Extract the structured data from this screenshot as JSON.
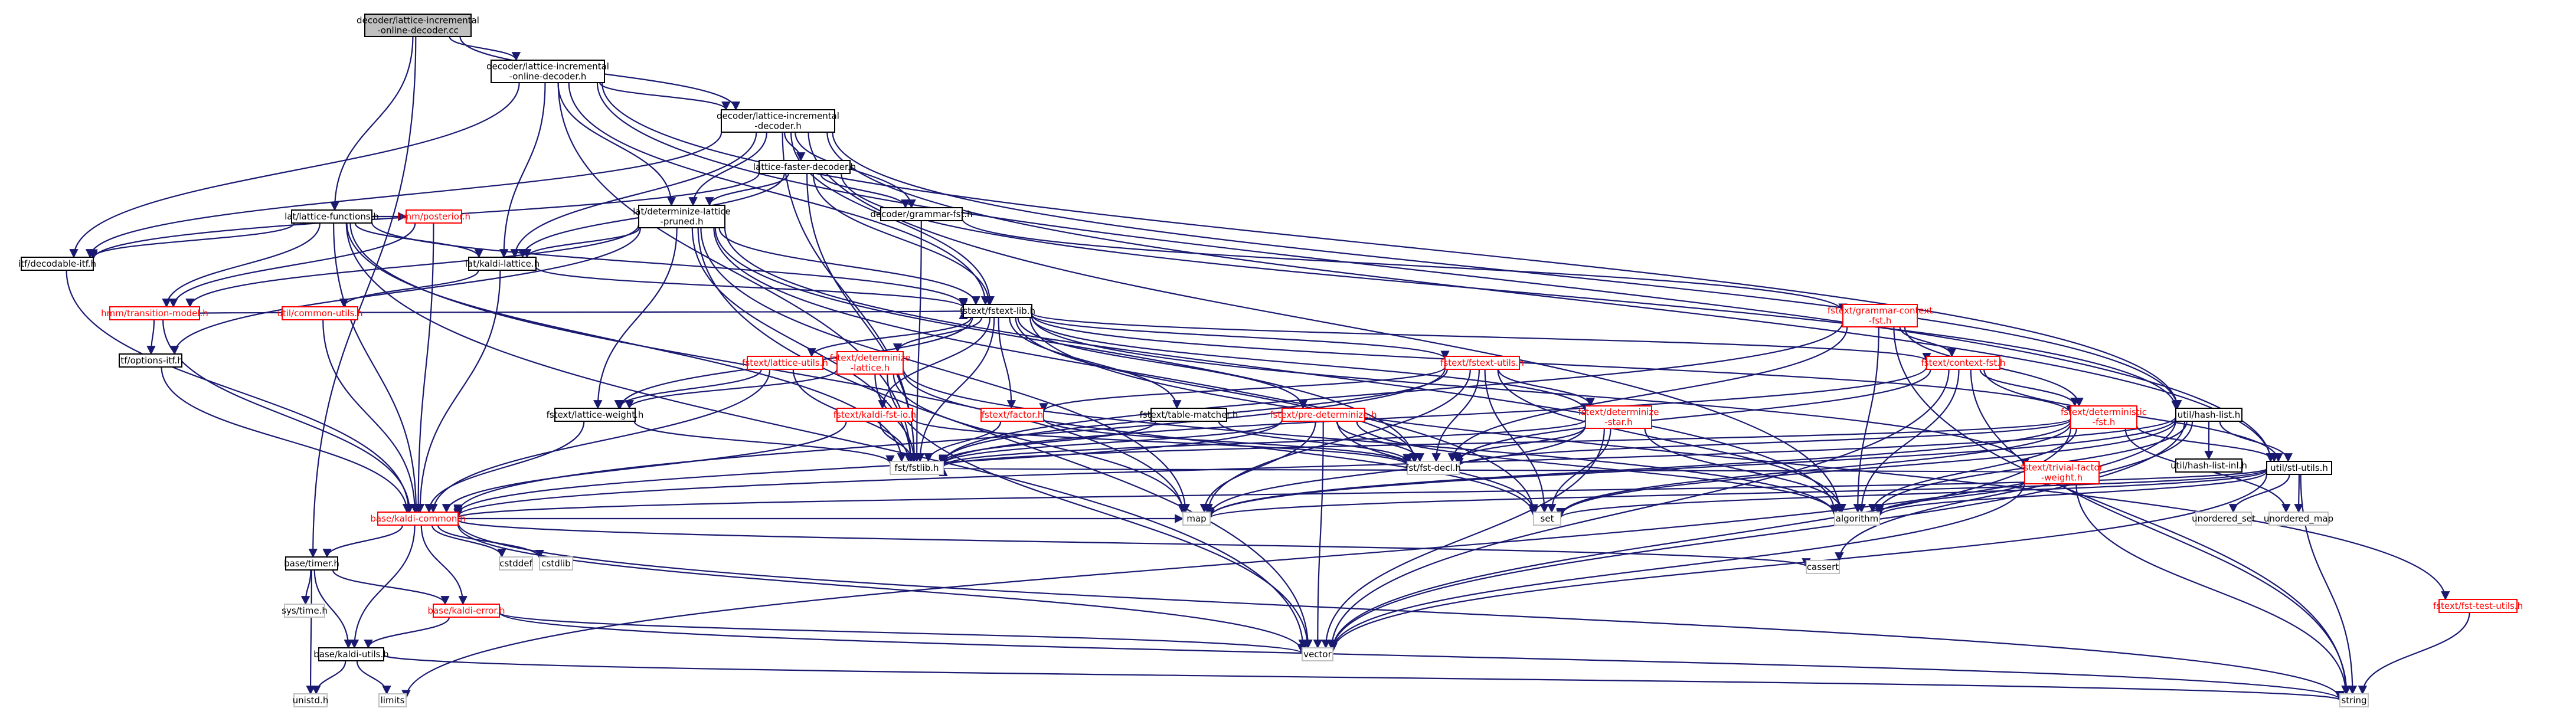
{
  "title": "decoder/lattice-incremental-online-decoder.cc",
  "colors": {
    "edge": "#191970",
    "node_border_documented": "#000000",
    "node_border_undocumented": "#ff0000",
    "node_border_system": "#bfbfbf",
    "root_fill": "#bfbfbf",
    "node_fill": "#ffffff",
    "text_documented": "#000000",
    "text_undocumented": "#ff0000",
    "text_system": "#000000"
  },
  "nodes": [
    {
      "id": "root",
      "lines": [
        "decoder/lattice-incremental",
        "-online-decoder.cc"
      ],
      "kind": "root"
    },
    {
      "id": "lio_h",
      "lines": [
        "decoder/lattice-incremental",
        "-online-decoder.h"
      ],
      "kind": "doc"
    },
    {
      "id": "lid_h",
      "lines": [
        "decoder/lattice-incremental",
        "-decoder.h"
      ],
      "kind": "doc"
    },
    {
      "id": "lfd_h",
      "lines": [
        "lattice-faster-decoder.h"
      ],
      "kind": "doc"
    },
    {
      "id": "grammar_fst",
      "lines": [
        "decoder/grammar-fst.h"
      ],
      "kind": "doc"
    },
    {
      "id": "lat_functions",
      "lines": [
        "lat/lattice-functions.h"
      ],
      "kind": "doc"
    },
    {
      "id": "lat_det",
      "lines": [
        "lat/determinize-lattice",
        "-pruned.h"
      ],
      "kind": "doc"
    },
    {
      "id": "itf_dec",
      "lines": [
        "itf/decodable-itf.h"
      ],
      "kind": "doc"
    },
    {
      "id": "hmm_posterior",
      "lines": [
        "hmm/posterior.h"
      ],
      "kind": "undoc"
    },
    {
      "id": "kaldi_lattice",
      "lines": [
        "lat/kaldi-lattice.h"
      ],
      "kind": "doc"
    },
    {
      "id": "hmm_tm",
      "lines": [
        "hmm/transition-model.h"
      ],
      "kind": "undoc"
    },
    {
      "id": "util_common",
      "lines": [
        "util/common-utils.h"
      ],
      "kind": "undoc"
    },
    {
      "id": "itf_options",
      "lines": [
        "itf/options-itf.h"
      ],
      "kind": "doc"
    },
    {
      "id": "fstlib_h",
      "lines": [
        "fstext/fstext-lib.h"
      ],
      "kind": "doc"
    },
    {
      "id": "gcf",
      "lines": [
        "fstext/grammar-context",
        "-fst.h"
      ],
      "kind": "undoc"
    },
    {
      "id": "lat_utils",
      "lines": [
        "fstext/lattice-utils.h"
      ],
      "kind": "undoc"
    },
    {
      "id": "det_lattice",
      "lines": [
        "fstext/determinize",
        "-lattice.h"
      ],
      "kind": "undoc"
    },
    {
      "id": "fstext_utils",
      "lines": [
        "fstext/fstext-utils.h"
      ],
      "kind": "undoc"
    },
    {
      "id": "context_fst",
      "lines": [
        "fstext/context-fst.h"
      ],
      "kind": "undoc"
    },
    {
      "id": "lat_weight",
      "lines": [
        "fstext/lattice-weight.h"
      ],
      "kind": "doc"
    },
    {
      "id": "kaldi_fst_io",
      "lines": [
        "fstext/kaldi-fst-io.h"
      ],
      "kind": "undoc"
    },
    {
      "id": "factor",
      "lines": [
        "fstext/factor.h"
      ],
      "kind": "undoc"
    },
    {
      "id": "table_matcher",
      "lines": [
        "fstext/table-matcher.h"
      ],
      "kind": "doc"
    },
    {
      "id": "pre_det",
      "lines": [
        "fstext/pre-determinize.h"
      ],
      "kind": "undoc"
    },
    {
      "id": "det_star",
      "lines": [
        "fstext/determinize",
        "-star.h"
      ],
      "kind": "undoc"
    },
    {
      "id": "deterministic_fst",
      "lines": [
        "fstext/deterministic",
        "-fst.h"
      ],
      "kind": "undoc"
    },
    {
      "id": "hash_list",
      "lines": [
        "util/hash-list.h"
      ],
      "kind": "doc"
    },
    {
      "id": "hash_list_inl",
      "lines": [
        "util/hash-list-inl.h"
      ],
      "kind": "doc"
    },
    {
      "id": "trivial_factor",
      "lines": [
        "fstext/trivial-factor",
        "-weight.h"
      ],
      "kind": "undoc"
    },
    {
      "id": "stl_utils",
      "lines": [
        "util/stl-utils.h"
      ],
      "kind": "doc"
    },
    {
      "id": "fst_test_utils",
      "lines": [
        "fstext/fst-test-utils.h"
      ],
      "kind": "undoc"
    },
    {
      "id": "fst_fstlib",
      "lines": [
        "fst/fstlib.h"
      ],
      "kind": "sys"
    },
    {
      "id": "fst_decl",
      "lines": [
        "fst/fst-decl.h"
      ],
      "kind": "sys"
    },
    {
      "id": "kaldi_common",
      "lines": [
        "base/kaldi-common.h"
      ],
      "kind": "undoc"
    },
    {
      "id": "map",
      "lines": [
        "map"
      ],
      "kind": "sys"
    },
    {
      "id": "set",
      "lines": [
        "set"
      ],
      "kind": "sys"
    },
    {
      "id": "algorithm",
      "lines": [
        "algorithm"
      ],
      "kind": "sys"
    },
    {
      "id": "unordered_set",
      "lines": [
        "unordered_set"
      ],
      "kind": "sys"
    },
    {
      "id": "unordered_map",
      "lines": [
        "unordered_map"
      ],
      "kind": "sys"
    },
    {
      "id": "base_timer",
      "lines": [
        "base/timer.h"
      ],
      "kind": "doc"
    },
    {
      "id": "cstddef",
      "lines": [
        "cstddef"
      ],
      "kind": "sys"
    },
    {
      "id": "cstdlib",
      "lines": [
        "cstdlib"
      ],
      "kind": "sys"
    },
    {
      "id": "cassert",
      "lines": [
        "cassert"
      ],
      "kind": "sys"
    },
    {
      "id": "sys_time",
      "lines": [
        "sys/time.h"
      ],
      "kind": "sys"
    },
    {
      "id": "kaldi_error",
      "lines": [
        "base/kaldi-error.h"
      ],
      "kind": "undoc"
    },
    {
      "id": "vector",
      "lines": [
        "vector"
      ],
      "kind": "sys"
    },
    {
      "id": "kaldi_utils",
      "lines": [
        "base/kaldi-utils.h"
      ],
      "kind": "doc"
    },
    {
      "id": "unistd",
      "lines": [
        "unistd.h"
      ],
      "kind": "sys"
    },
    {
      "id": "limits",
      "lines": [
        "limits"
      ],
      "kind": "sys"
    },
    {
      "id": "string",
      "lines": [
        "string"
      ],
      "kind": "sys"
    }
  ],
  "edges": [
    [
      "root",
      "lio_h"
    ],
    [
      "root",
      "lid_h"
    ],
    [
      "root",
      "lat_functions"
    ],
    [
      "root",
      "base_timer"
    ],
    [
      "lio_h",
      "lid_h"
    ],
    [
      "lio_h",
      "itf_dec"
    ],
    [
      "lio_h",
      "kaldi_lattice"
    ],
    [
      "lio_h",
      "lat_det"
    ],
    [
      "lio_h",
      "fstlib_h"
    ],
    [
      "lio_h",
      "fst_fstlib"
    ],
    [
      "lio_h",
      "hash_list"
    ],
    [
      "lio_h",
      "stl_utils"
    ],
    [
      "lid_h",
      "lfd_h"
    ],
    [
      "lid_h",
      "grammar_fst"
    ],
    [
      "lid_h",
      "itf_dec"
    ],
    [
      "lid_h",
      "kaldi_lattice"
    ],
    [
      "lid_h",
      "lat_det"
    ],
    [
      "lid_h",
      "fstlib_h"
    ],
    [
      "lid_h",
      "fst_fstlib"
    ],
    [
      "lid_h",
      "hash_list"
    ],
    [
      "lid_h",
      "stl_utils"
    ],
    [
      "lid_h",
      "algorithm"
    ],
    [
      "lfd_h",
      "lat_det"
    ],
    [
      "lfd_h",
      "kaldi_lattice"
    ],
    [
      "lfd_h",
      "itf_dec"
    ],
    [
      "lfd_h",
      "grammar_fst"
    ],
    [
      "lfd_h",
      "fstlib_h"
    ],
    [
      "lfd_h",
      "fst_fstlib"
    ],
    [
      "lfd_h",
      "hash_list"
    ],
    [
      "grammar_fst",
      "gcf"
    ],
    [
      "grammar_fst",
      "fst_fstlib"
    ],
    [
      "lat_functions",
      "itf_dec"
    ],
    [
      "lat_functions",
      "hmm_posterior"
    ],
    [
      "lat_functions",
      "kaldi_lattice"
    ],
    [
      "lat_functions",
      "hmm_tm"
    ],
    [
      "lat_functions",
      "fstlib_h"
    ],
    [
      "lat_functions",
      "fst_fstlib"
    ],
    [
      "lat_functions",
      "kaldi_common"
    ],
    [
      "lat_functions",
      "map"
    ],
    [
      "lat_functions",
      "vector"
    ],
    [
      "lat_det"
    ],
    [
      "lat_det",
      "itf_options"
    ],
    [
      "lat_det",
      "kaldi_lattice"
    ],
    [
      "lat_det",
      "hmm_tm"
    ],
    [
      "lat_det",
      "fstlib_h"
    ],
    [
      "lat_det",
      "lat_weight"
    ],
    [
      "lat_det",
      "fst_fstlib"
    ],
    [
      "lat_det",
      "fst_decl"
    ],
    [
      "lat_det",
      "map"
    ],
    [
      "lat_det",
      "set"
    ],
    [
      "lat_det",
      "vector"
    ],
    [
      "lat_det",
      "algorithm"
    ],
    [
      "itf_dec",
      "kaldi_common"
    ],
    [
      "hmm_posterior",
      "hmm_tm"
    ],
    [
      "hmm_posterior",
      "kaldi_common"
    ],
    [
      "kaldi_lattice",
      "fstlib_h"
    ],
    [
      "kaldi_lattice",
      "util_common"
    ],
    [
      "kaldi_lattice",
      "kaldi_common"
    ],
    [
      "hmm_tm",
      "itf_options"
    ],
    [
      "hmm_tm",
      "kaldi_common"
    ],
    [
      "hmm_tm",
      "fstlib_h"
    ],
    [
      "util_common",
      "kaldi_common"
    ],
    [
      "itf_options",
      "kaldi_common"
    ],
    [
      "fstlib_h",
      "lat_utils"
    ],
    [
      "fstlib_h",
      "det_lattice"
    ],
    [
      "fstlib_h",
      "fstext_utils"
    ],
    [
      "fstlib_h",
      "context_fst"
    ],
    [
      "fstlib_h",
      "lat_weight"
    ],
    [
      "fstlib_h",
      "kaldi_fst_io"
    ],
    [
      "fstlib_h",
      "factor"
    ],
    [
      "fstlib_h",
      "table_matcher"
    ],
    [
      "fstlib_h",
      "pre_det"
    ],
    [
      "fstlib_h",
      "det_star"
    ],
    [
      "fstlib_h",
      "deterministic_fst"
    ],
    [
      "fstlib_h",
      "trivial_factor"
    ],
    [
      "fstlib_h",
      "fst_test_utils"
    ],
    [
      "fstlib_h",
      "fst_fstlib"
    ],
    [
      "fstlib_h",
      "fst_decl"
    ],
    [
      "gcf",
      "context_fst"
    ],
    [
      "gcf",
      "deterministic_fst"
    ],
    [
      "gcf",
      "fst_fstlib"
    ],
    [
      "gcf",
      "fst_decl"
    ],
    [
      "gcf",
      "algorithm"
    ],
    [
      "gcf",
      "string"
    ],
    [
      "lat_utils",
      "lat_weight"
    ],
    [
      "lat_utils",
      "fst_fstlib"
    ],
    [
      "lat_utils",
      "kaldi_common"
    ],
    [
      "det_lattice",
      "lat_weight"
    ],
    [
      "det_lattice",
      "fst_fstlib"
    ],
    [
      "det_lattice",
      "map"
    ],
    [
      "det_lattice",
      "set"
    ],
    [
      "det_lattice",
      "vector"
    ],
    [
      "det_lattice",
      "algorithm"
    ],
    [
      "fstext_utils",
      "det_star"
    ],
    [
      "fstext_utils",
      "factor"
    ],
    [
      "fstext_utils",
      "fst_fstlib"
    ],
    [
      "fstext_utils",
      "fst_decl"
    ],
    [
      "fstext_utils",
      "kaldi_common"
    ],
    [
      "fstext_utils",
      "set"
    ],
    [
      "fstext_utils",
      "map"
    ],
    [
      "fstext_utils",
      "algorithm"
    ],
    [
      "context_fst",
      "deterministic_fst"
    ],
    [
      "context_fst",
      "fst_fstlib"
    ],
    [
      "context_fst",
      "fst_decl"
    ],
    [
      "context_fst",
      "stl_utils"
    ],
    [
      "context_fst",
      "algorithm"
    ],
    [
      "context_fst",
      "string"
    ],
    [
      "context_fst",
      "vector"
    ],
    [
      "lat_weight",
      "kaldi_common"
    ],
    [
      "lat_weight",
      "fst_fstlib"
    ],
    [
      "kaldi_fst_io",
      "fst_fstlib"
    ],
    [
      "kaldi_fst_io",
      "fst_decl"
    ],
    [
      "kaldi_fst_io",
      "kaldi_common"
    ],
    [
      "factor",
      "fst_fstlib"
    ],
    [
      "factor",
      "fst_decl"
    ],
    [
      "table_matcher",
      "fst_fstlib"
    ],
    [
      "table_matcher",
      "fst_decl"
    ],
    [
      "pre_det",
      "fst_fstlib"
    ],
    [
      "pre_det",
      "fst_decl"
    ],
    [
      "pre_det",
      "kaldi_common"
    ],
    [
      "pre_det",
      "map"
    ],
    [
      "pre_det",
      "set"
    ],
    [
      "pre_det",
      "vector"
    ],
    [
      "pre_det",
      "algorithm"
    ],
    [
      "det_star",
      "fst_fstlib"
    ],
    [
      "det_star",
      "fst_decl"
    ],
    [
      "det_star",
      "map"
    ],
    [
      "det_star",
      "set"
    ],
    [
      "det_star",
      "vector"
    ],
    [
      "det_star",
      "algorithm"
    ],
    [
      "deterministic_fst",
      "fst_fstlib"
    ],
    [
      "deterministic_fst",
      "fst_decl"
    ],
    [
      "deterministic_fst",
      "stl_utils"
    ],
    [
      "deterministic_fst",
      "algorithm"
    ],
    [
      "deterministic_fst",
      "map"
    ],
    [
      "deterministic_fst",
      "set"
    ],
    [
      "deterministic_fst",
      "vector"
    ],
    [
      "deterministic_fst",
      "unordered_map"
    ],
    [
      "hash_list",
      "hash_list_inl"
    ],
    [
      "hash_list",
      "stl_utils"
    ],
    [
      "hash_list",
      "kaldi_common"
    ],
    [
      "hash_list",
      "set"
    ],
    [
      "hash_list",
      "map"
    ],
    [
      "hash_list",
      "algorithm"
    ],
    [
      "hash_list",
      "vector"
    ],
    [
      "hash_list",
      "limits"
    ],
    [
      "hash_list",
      "cassert"
    ],
    [
      "trivial_factor",
      "fst_fstlib"
    ],
    [
      "trivial_factor",
      "algorithm"
    ],
    [
      "trivial_factor",
      "string"
    ],
    [
      "trivial_factor",
      "vector"
    ],
    [
      "stl_utils",
      "kaldi_common"
    ],
    [
      "stl_utils",
      "map"
    ],
    [
      "stl_utils",
      "set"
    ],
    [
      "stl_utils",
      "algorithm"
    ],
    [
      "stl_utils",
      "unordered_set"
    ],
    [
      "stl_utils",
      "unordered_map"
    ],
    [
      "stl_utils",
      "string"
    ],
    [
      "stl_utils",
      "vector"
    ],
    [
      "fst_test_utils",
      "string"
    ],
    [
      "kaldi_common",
      "base_timer"
    ],
    [
      "kaldi_common",
      "cstddef"
    ],
    [
      "kaldi_common",
      "cstdlib"
    ],
    [
      "kaldi_common",
      "cassert"
    ],
    [
      "kaldi_common",
      "kaldi_error"
    ],
    [
      "kaldi_common",
      "kaldi_utils"
    ],
    [
      "kaldi_common",
      "vector"
    ],
    [
      "kaldi_common",
      "string"
    ],
    [
      "kaldi_common",
      "map"
    ],
    [
      "base_timer",
      "sys_time"
    ],
    [
      "base_timer",
      "unistd"
    ],
    [
      "base_timer",
      "kaldi_utils"
    ],
    [
      "base_timer",
      "kaldi_error"
    ],
    [
      "kaldi_error",
      "kaldi_utils"
    ],
    [
      "kaldi_error",
      "vector"
    ],
    [
      "kaldi_error",
      "string"
    ],
    [
      "kaldi_utils",
      "unistd"
    ],
    [
      "kaldi_utils",
      "limits"
    ],
    [
      "kaldi_utils",
      "string"
    ]
  ]
}
